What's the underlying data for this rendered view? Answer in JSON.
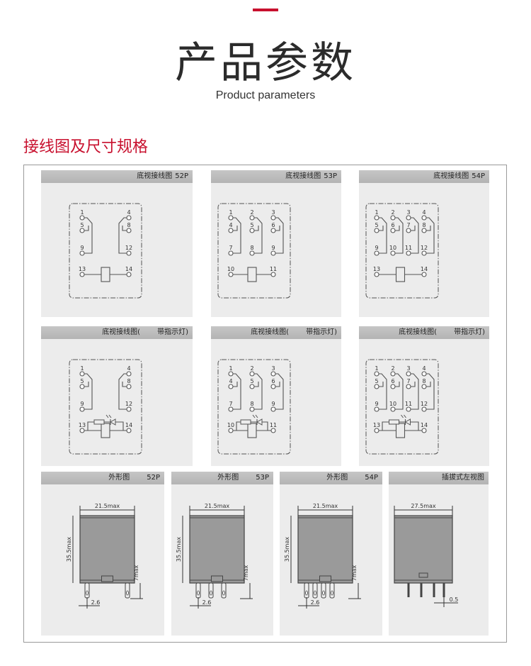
{
  "header": {
    "title": "产品参数",
    "subtitle": "Product parameters"
  },
  "section_title": "接线图及尺寸规格",
  "colors": {
    "accent": "#c8102e",
    "panel_bg": "#ececec",
    "header_bg": "#bdbdbd",
    "body_fill": "#9a9a9a"
  },
  "wiring": [
    {
      "title": "底视接线图",
      "suffix": "52P",
      "poles": [
        [
          "1",
          "5",
          "9"
        ],
        [
          "4",
          "8",
          "12"
        ]
      ],
      "coil": [
        "13",
        "14"
      ],
      "led": false
    },
    {
      "title": "底视接线图",
      "suffix": "53P",
      "poles": [
        [
          "1",
          "4",
          "7"
        ],
        [
          "2",
          "5",
          "8"
        ],
        [
          "3",
          "6",
          "9"
        ]
      ],
      "coil": [
        "10",
        "11"
      ],
      "led": false
    },
    {
      "title": "底视接线图",
      "suffix": "54P",
      "poles": [
        [
          "1",
          "5",
          "9"
        ],
        [
          "2",
          "6",
          "10"
        ],
        [
          "3",
          "7",
          "11"
        ],
        [
          "4",
          "8",
          "12"
        ]
      ],
      "coil": [
        "13",
        "14"
      ],
      "led": false
    },
    {
      "title": "底视接线图(",
      "suffix": "带指示灯)",
      "poles": [
        [
          "1",
          "5",
          "9"
        ],
        [
          "4",
          "8",
          "12"
        ]
      ],
      "coil": [
        "13",
        "14"
      ],
      "led": true
    },
    {
      "title": "底视接线图(",
      "suffix": "带指示灯)",
      "poles": [
        [
          "1",
          "4",
          "7"
        ],
        [
          "2",
          "5",
          "8"
        ],
        [
          "3",
          "6",
          "9"
        ]
      ],
      "coil": [
        "10",
        "11"
      ],
      "led": true
    },
    {
      "title": "底视接线图(",
      "suffix": "带指示灯)",
      "poles": [
        [
          "1",
          "5",
          "9"
        ],
        [
          "2",
          "6",
          "10"
        ],
        [
          "3",
          "7",
          "11"
        ],
        [
          "4",
          "8",
          "12"
        ]
      ],
      "coil": [
        "13",
        "14"
      ],
      "led": true
    }
  ],
  "dimensions": [
    {
      "title": "外形图",
      "suffix": "52P",
      "width_label": "21.5max",
      "height_label": "35.5max",
      "pin_label": "7max",
      "pitch_label": "2.6",
      "pins": 2
    },
    {
      "title": "外形图",
      "suffix": "53P",
      "width_label": "21.5max",
      "height_label": "35.5max",
      "pin_label": "7max",
      "pitch_label": "2.6",
      "pins": 3
    },
    {
      "title": "外形图",
      "suffix": "54P",
      "width_label": "21.5max",
      "height_label": "35.5max",
      "pin_label": "7max",
      "pitch_label": "2.6",
      "pins": 4
    },
    {
      "title": "插拔式左视图",
      "suffix": "",
      "width_label": "27.5max",
      "pin_label": "0.5",
      "pins": 4,
      "side": true
    }
  ]
}
